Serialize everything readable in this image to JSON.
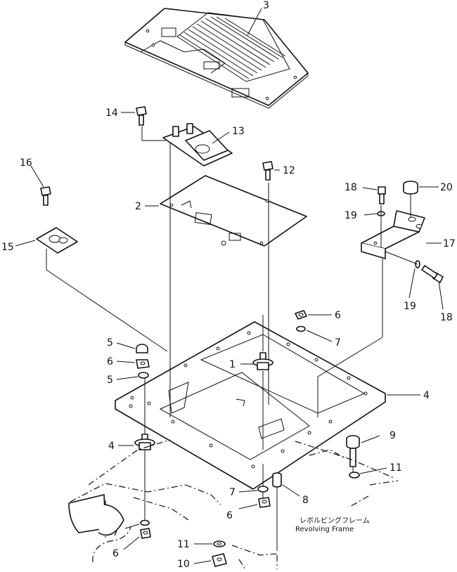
{
  "callouts": [
    {
      "id": "c3",
      "text": "3"
    },
    {
      "id": "c14",
      "text": "14"
    },
    {
      "id": "c13",
      "text": "13"
    },
    {
      "id": "c12",
      "text": "12"
    },
    {
      "id": "c16",
      "text": "16"
    },
    {
      "id": "c2",
      "text": "2"
    },
    {
      "id": "c15",
      "text": "15"
    },
    {
      "id": "c18a",
      "text": "18"
    },
    {
      "id": "c20",
      "text": "20"
    },
    {
      "id": "c19a",
      "text": "19"
    },
    {
      "id": "c17",
      "text": "17"
    },
    {
      "id": "c19b",
      "text": "19"
    },
    {
      "id": "c18b",
      "text": "18"
    },
    {
      "id": "c6a",
      "text": "6"
    },
    {
      "id": "c7a",
      "text": "7"
    },
    {
      "id": "c5a",
      "text": "5"
    },
    {
      "id": "c6b",
      "text": "6"
    },
    {
      "id": "c5b",
      "text": "5"
    },
    {
      "id": "c4a",
      "text": "4"
    },
    {
      "id": "c1",
      "text": "1"
    },
    {
      "id": "c4b",
      "text": "4"
    },
    {
      "id": "c9",
      "text": "9"
    },
    {
      "id": "c11a",
      "text": "11"
    },
    {
      "id": "c7b",
      "text": "7"
    },
    {
      "id": "c8",
      "text": "8"
    },
    {
      "id": "c6c",
      "text": "6"
    },
    {
      "id": "c7c",
      "text": "7"
    },
    {
      "id": "c6d",
      "text": "6"
    },
    {
      "id": "c11b",
      "text": "11"
    },
    {
      "id": "c10",
      "text": "10"
    }
  ],
  "frame_label": {
    "japanese": "レボルビングフレーム",
    "english": "Revolving Frame"
  }
}
